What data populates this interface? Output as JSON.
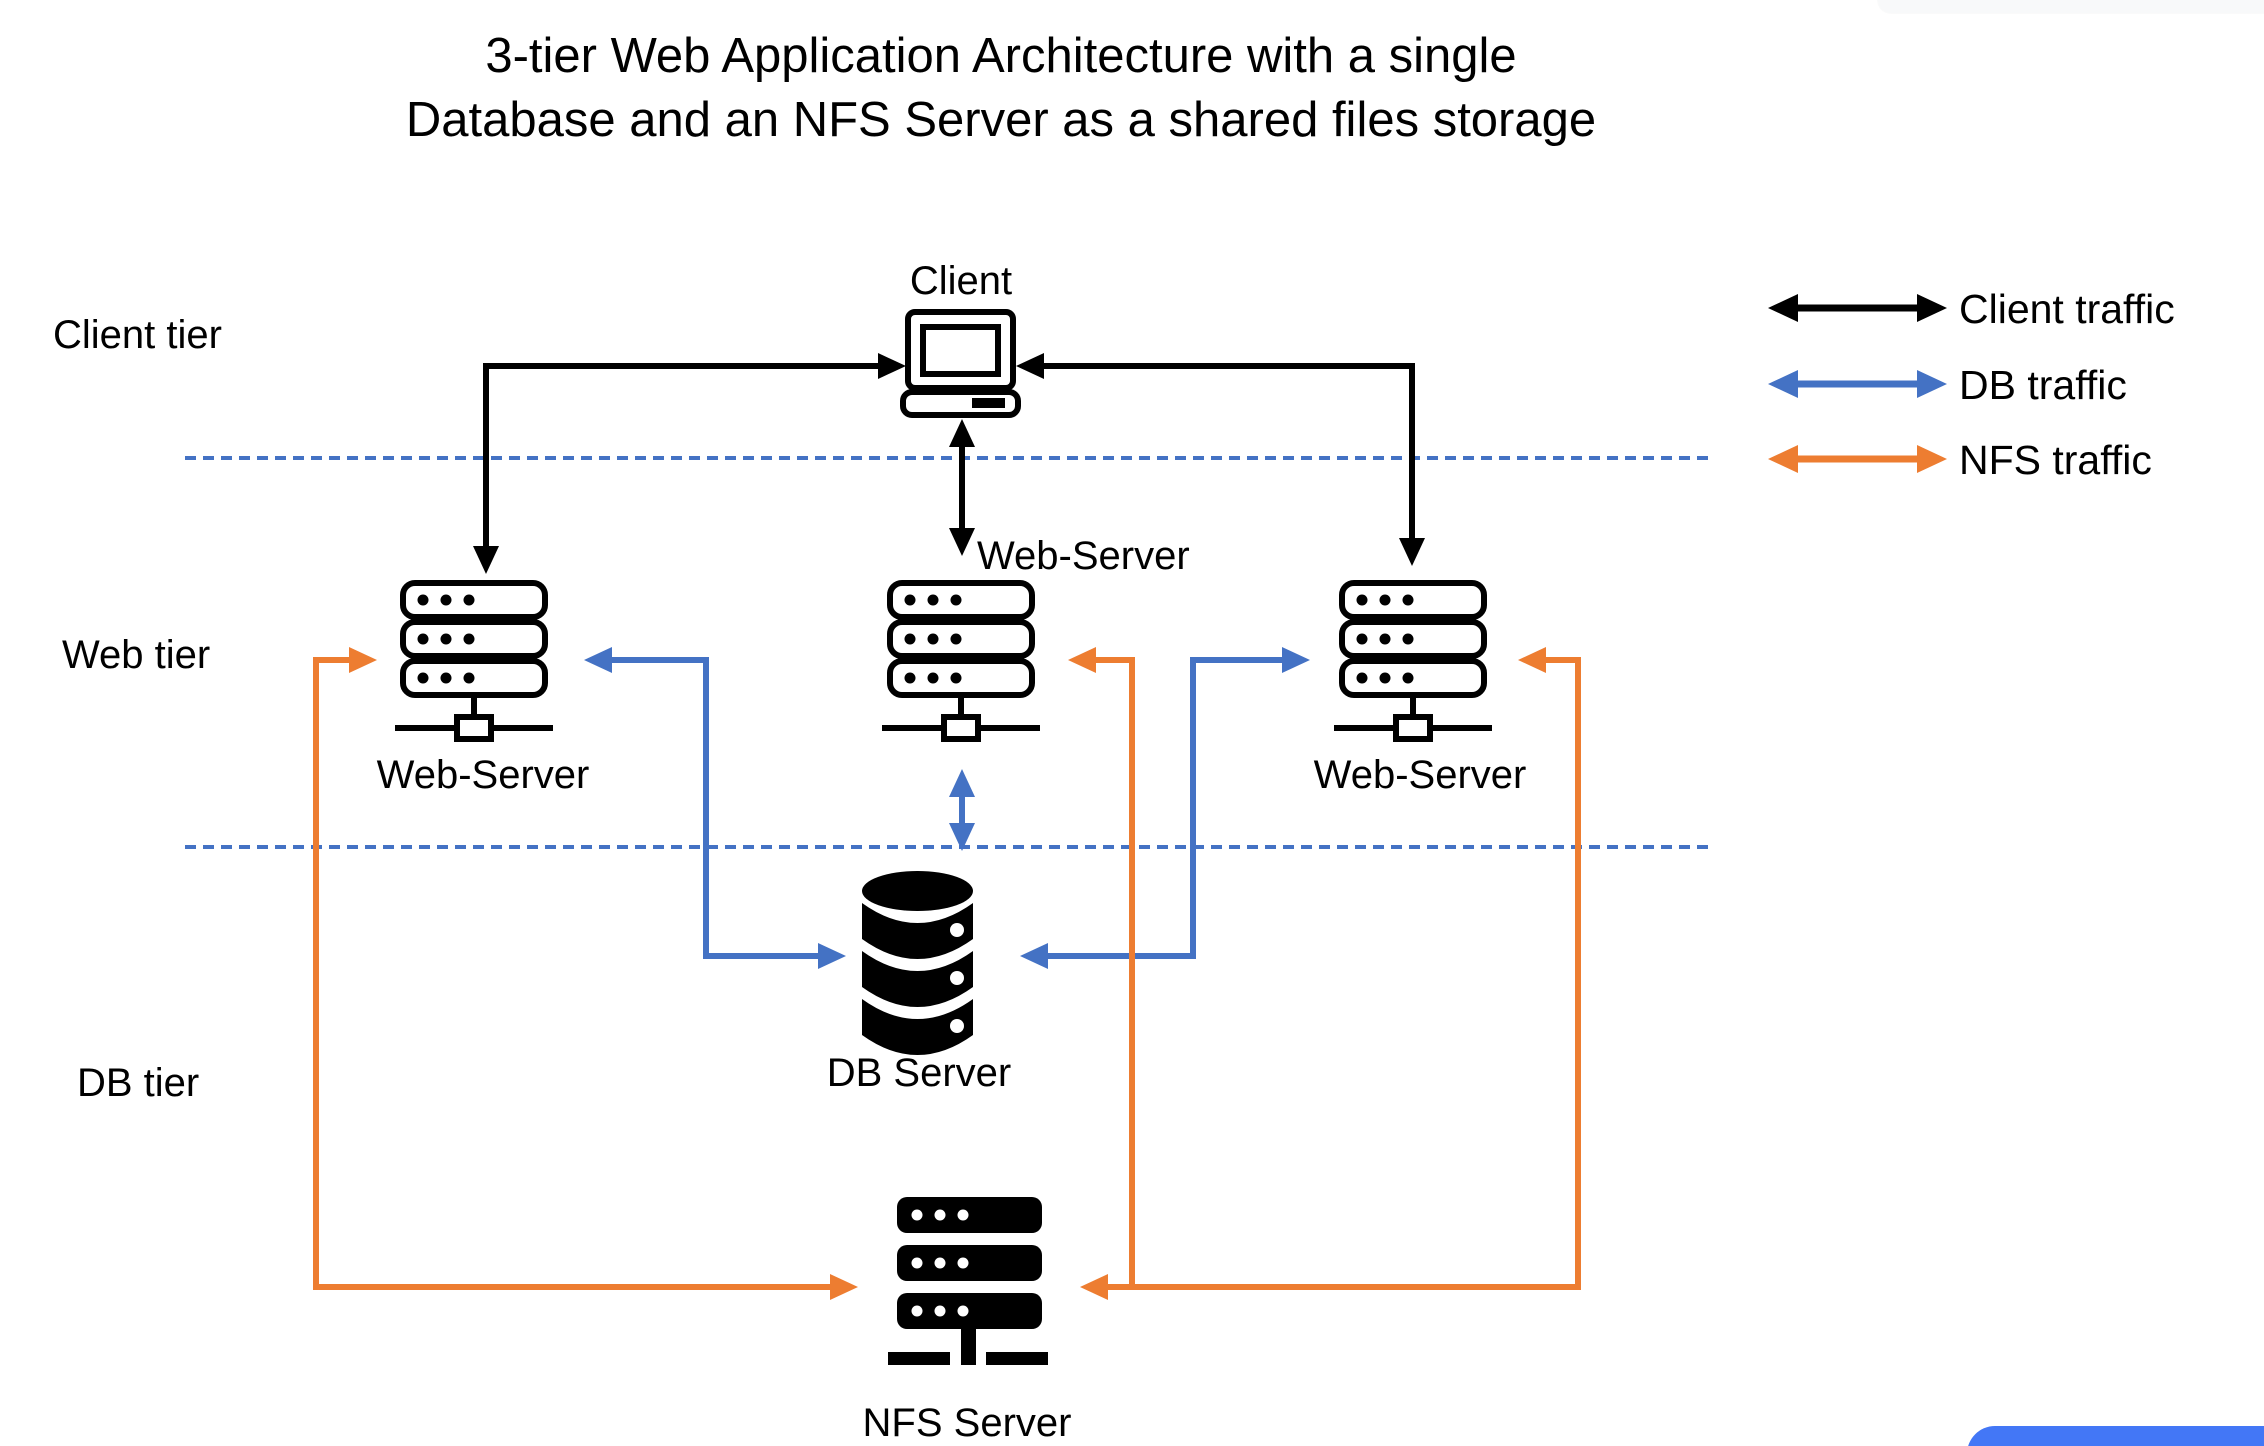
{
  "title": {
    "line1": "3-tier Web Application Architecture with a single",
    "line2": "Database and an NFS  Server as a shared files storage"
  },
  "tier_labels": {
    "client": "Client tier",
    "web": "Web tier",
    "db": "DB tier"
  },
  "nodes": {
    "client": "Client",
    "web_server_top": "Web-Server",
    "web_server_left": "Web-Server",
    "web_server_right": "Web-Server",
    "db_server": "DB Server",
    "nfs_server": "NFS Server"
  },
  "legend": {
    "items": [
      {
        "label": "Client traffic",
        "color": "#000000"
      },
      {
        "label": "DB traffic",
        "color": "#4472C4"
      },
      {
        "label": "NFS traffic",
        "color": "#ED7D31"
      }
    ]
  },
  "colors": {
    "client_traffic": "#000000",
    "db_traffic": "#4472C4",
    "nfs_traffic": "#ED7D31",
    "tier_divider": "#4472C4",
    "action_button": "#4377F6",
    "corner_panel": "#F8F9FA",
    "background": "#FFFFFF",
    "text": "#000000"
  }
}
